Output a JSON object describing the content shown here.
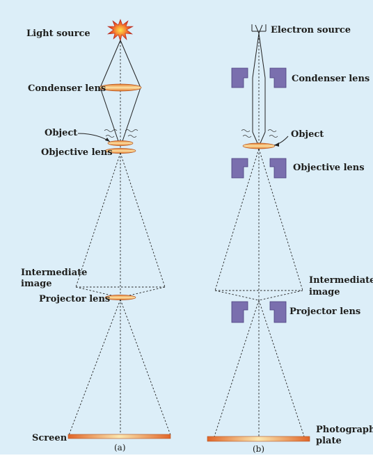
{
  "diagram": {
    "colors": {
      "background": "#dceef8",
      "lens_orange": "#e67a2a",
      "lens_highlight": "#fbe3a8",
      "magnetic_lens": "#7a6fae",
      "ray_line": "#222222"
    },
    "panel_a": {
      "caption": "(a)",
      "light_source_label": "Light source",
      "condenser_label": "Condenser lens",
      "object_label": "Object",
      "objective_label": "Objective lens",
      "intermediate_label_line1": "Intermediate",
      "intermediate_label_line2": "image",
      "projector_label": "Projector lens",
      "screen_label": "Screen"
    },
    "panel_b": {
      "caption": "(b)",
      "electron_source_label": "Electron source",
      "condenser_label": "Condenser lens",
      "object_label": "Object",
      "objective_label": "Objective lens",
      "intermediate_label_line1": "Intermediate",
      "intermediate_label_line2": "image",
      "projector_label": "Projector lens",
      "plate_label_line1": "Photographic",
      "plate_label_line2": "plate"
    }
  }
}
